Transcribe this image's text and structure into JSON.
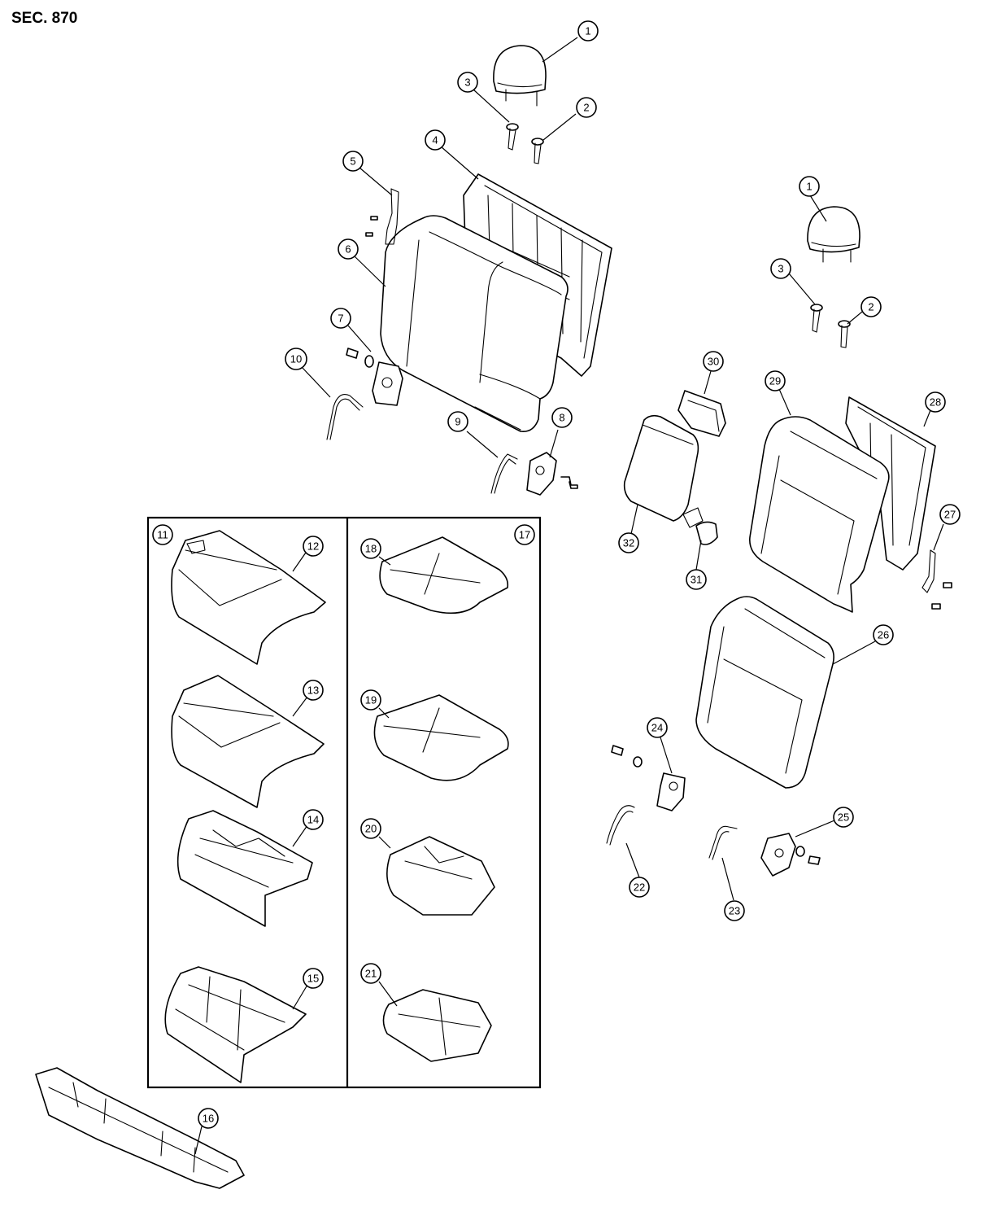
{
  "section_title": "SEC. 870",
  "callout_numbers": [
    "1",
    "2",
    "3",
    "4",
    "5",
    "6",
    "7",
    "8",
    "9",
    "10",
    "11",
    "12",
    "13",
    "14",
    "15",
    "16",
    "17",
    "18",
    "19",
    "20",
    "21",
    "22",
    "23",
    "24",
    "25",
    "26",
    "27",
    "28",
    "29",
    "30",
    "31",
    "32"
  ]
}
